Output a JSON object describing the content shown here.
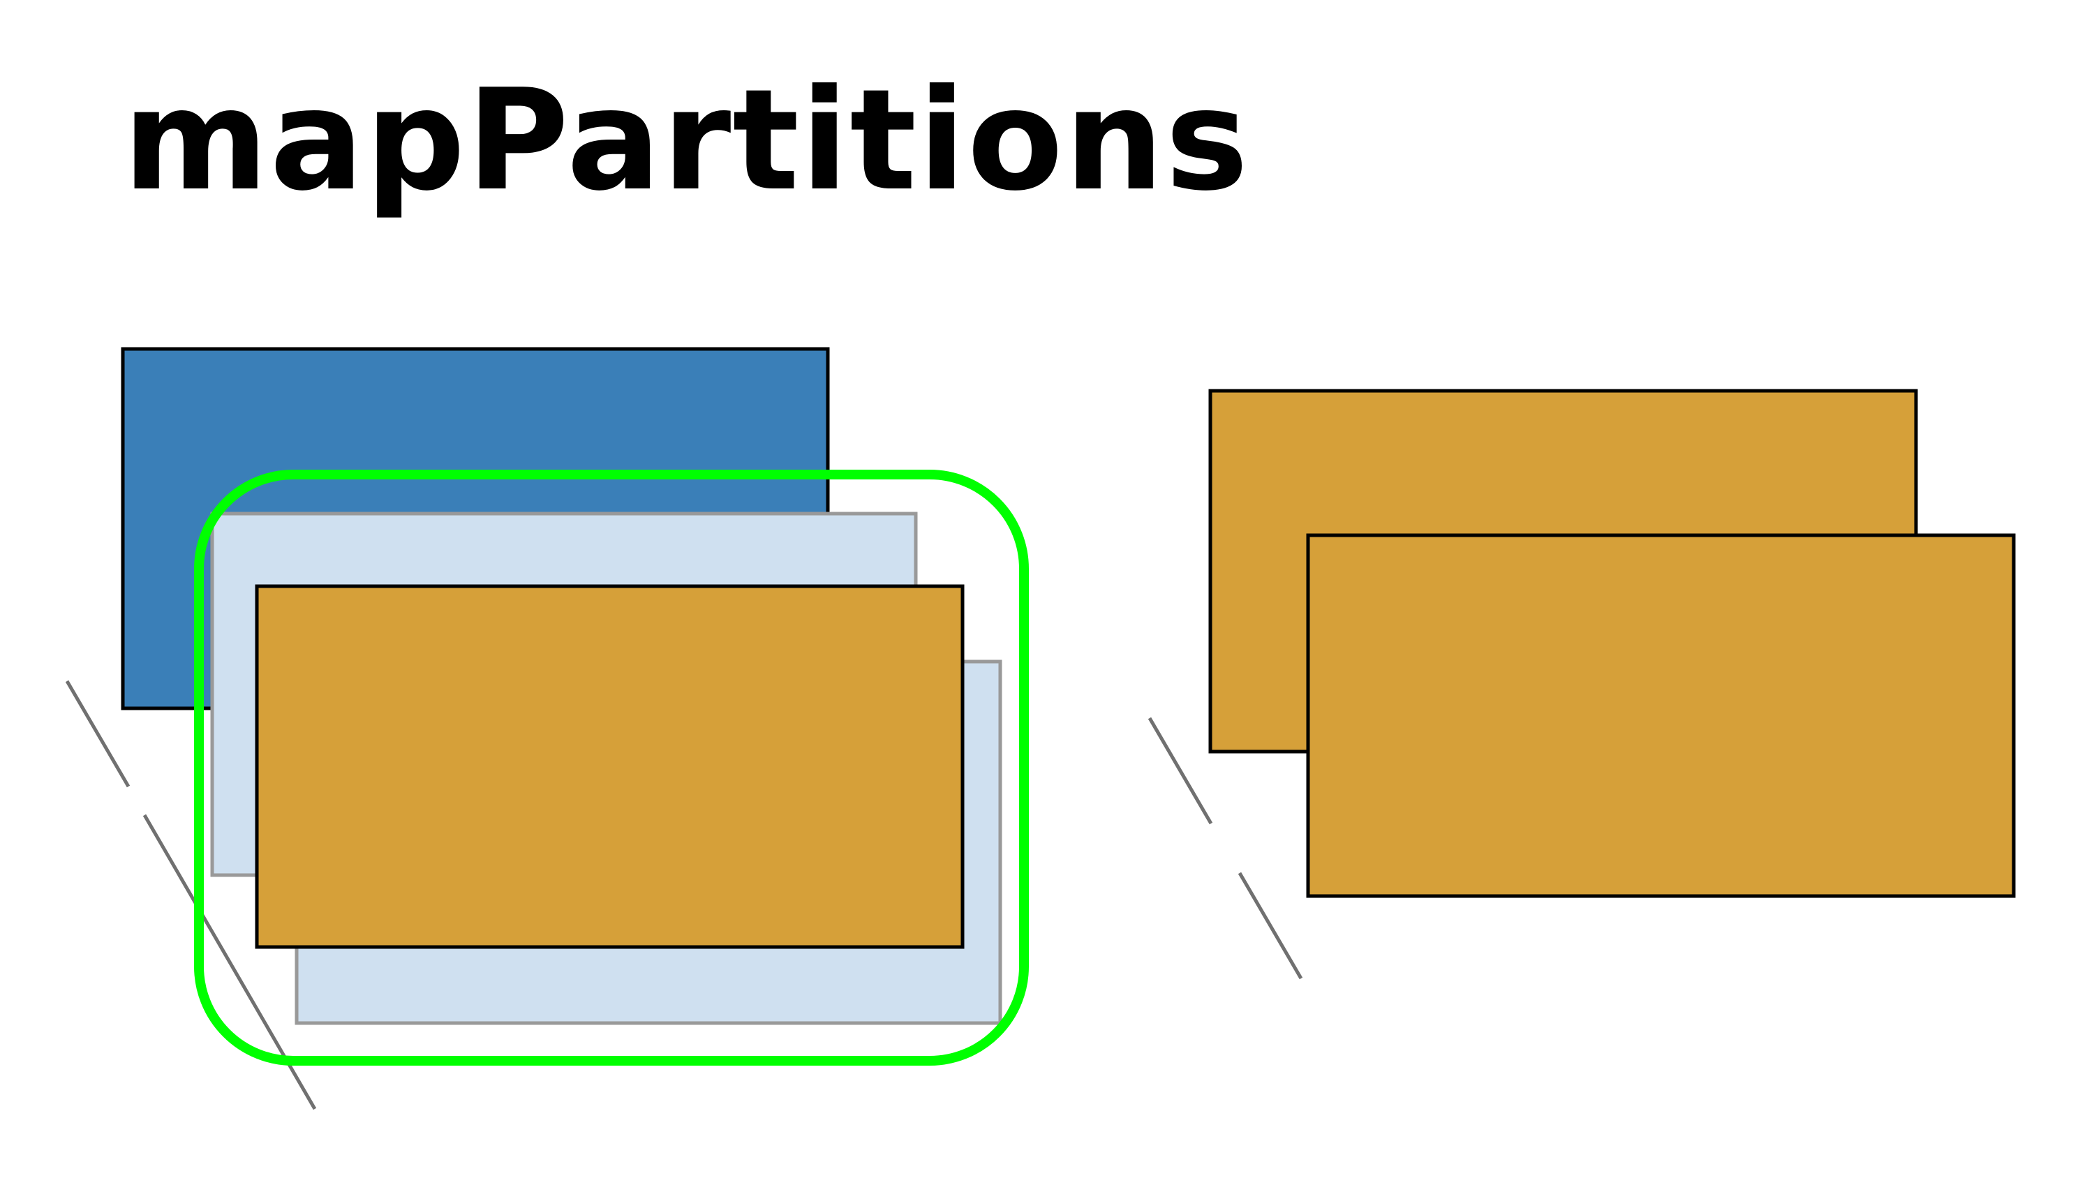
{
  "slide": {
    "title": "mapPartitions"
  },
  "colors": {
    "background": "#ffffff",
    "source_partition": "#3a7fb8",
    "input_partition": "#cfe0f0",
    "output_partition": "#d6a039",
    "selection_highlight": "#00ff00",
    "continuation_line": "#707070",
    "border": "#000000"
  },
  "icons": {
    "left_continuation": "dashed-diagonal-line",
    "right_continuation": "dashed-diagonal-line"
  }
}
